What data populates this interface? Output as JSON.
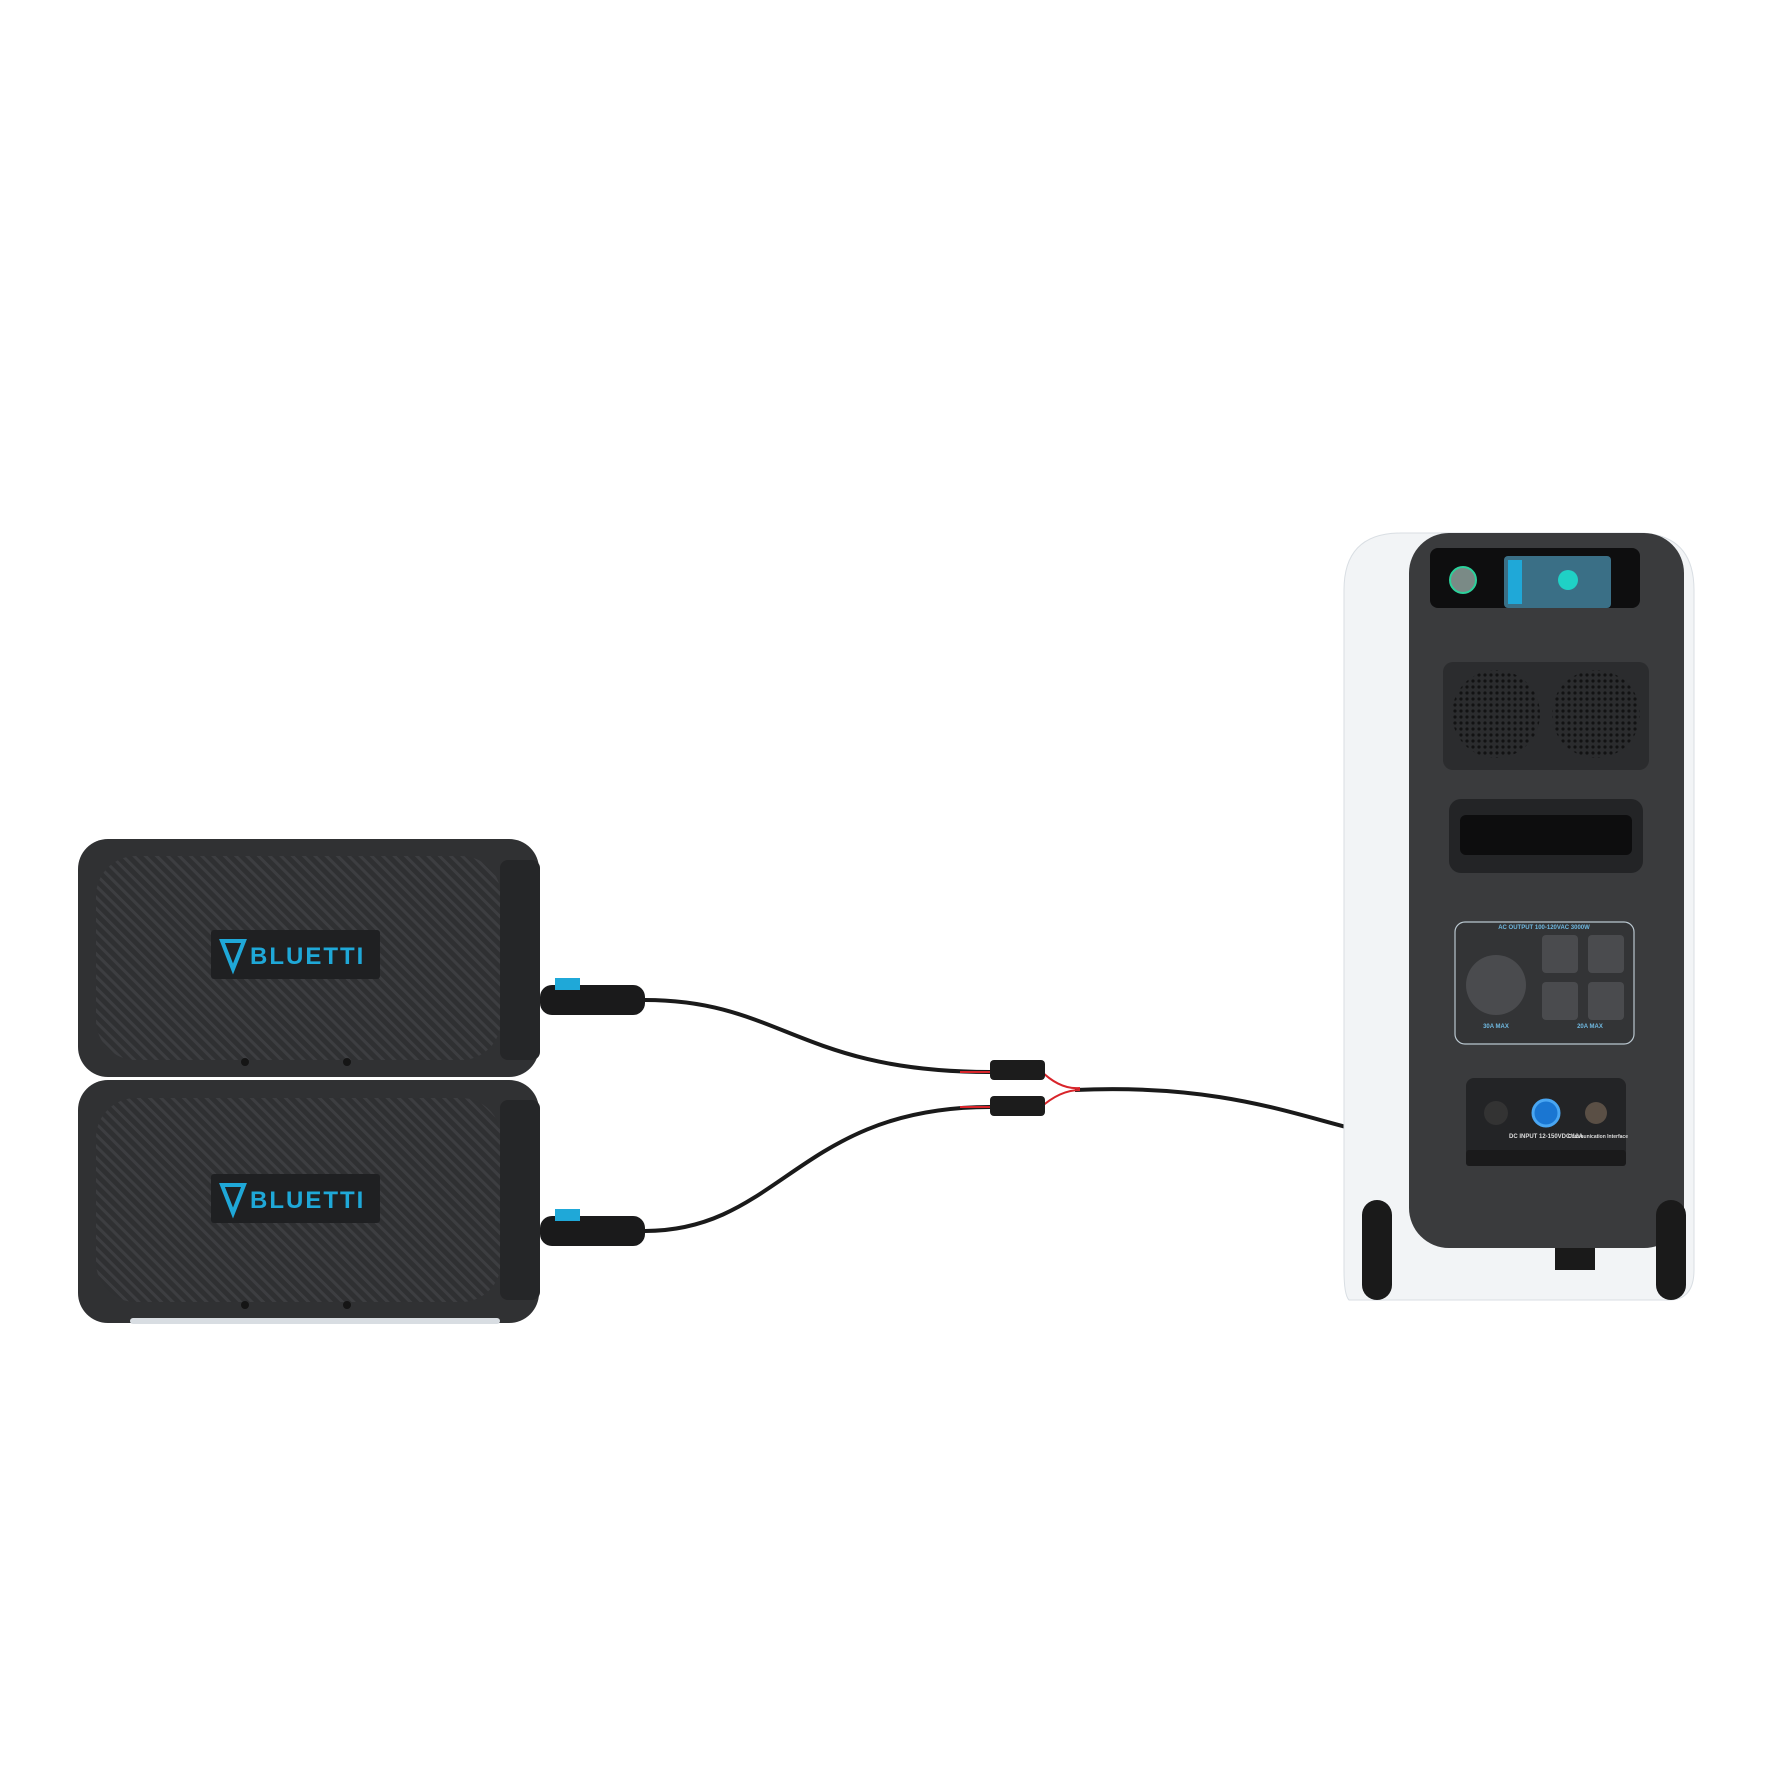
{
  "scene": {
    "batteries": [
      {
        "brand": "BLUETTI"
      },
      {
        "brand": "BLUETTI"
      }
    ],
    "station": {
      "ac_output_label": "AC OUTPUT 100-120VAC 3000W",
      "left_outlet_label": "30A MAX",
      "right_outlets_label": "20A MAX",
      "dc_input_label": "DC INPUT 12-150VDC/12A",
      "comm_label": "Communication Interface"
    },
    "colors": {
      "accent": "#1fa8d8",
      "body": "#3a3b3d",
      "shell": "#f2f4f6",
      "wire_red": "#d8242a"
    }
  }
}
